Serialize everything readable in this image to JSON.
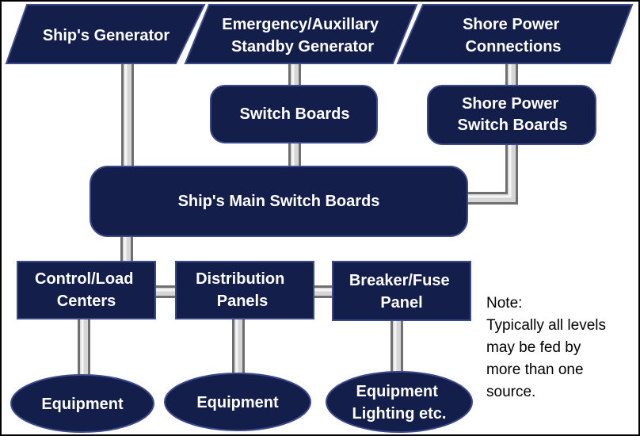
{
  "colors": {
    "node_fill": "#141e4a",
    "node_border": "#3b4a8a",
    "node_text": "#ffffff",
    "connector": "#d6d6d6",
    "note_text": "#000000"
  },
  "nodes": {
    "ships_generator": {
      "lines": [
        "Ship's Generator"
      ]
    },
    "emergency_generator": {
      "lines": [
        "Emergency/Auxillary",
        "Standby Generator"
      ]
    },
    "shore_power_connections": {
      "lines": [
        "Shore Power",
        "Connections"
      ]
    },
    "switch_boards": {
      "lines": [
        "Switch Boards"
      ]
    },
    "shore_power_switch_boards": {
      "lines": [
        "Shore Power",
        "Switch Boards"
      ]
    },
    "main_switch_boards": {
      "lines": [
        "Ship's Main Switch Boards"
      ]
    },
    "control_load_centers": {
      "lines": [
        "Control/Load",
        "Centers"
      ]
    },
    "distribution_panels": {
      "lines": [
        "Distribution",
        "Panels"
      ]
    },
    "breaker_fuse_panel": {
      "lines": [
        "Breaker/Fuse",
        "Panel"
      ]
    },
    "equipment_1": {
      "lines": [
        "Equipment"
      ]
    },
    "equipment_2": {
      "lines": [
        "Equipment"
      ]
    },
    "equipment_lighting": {
      "lines": [
        "Equipment",
        "Lighting etc."
      ]
    }
  },
  "note": {
    "lines": [
      "Note:",
      "Typically  all levels",
      "may be fed by",
      "more than one",
      "source."
    ]
  }
}
